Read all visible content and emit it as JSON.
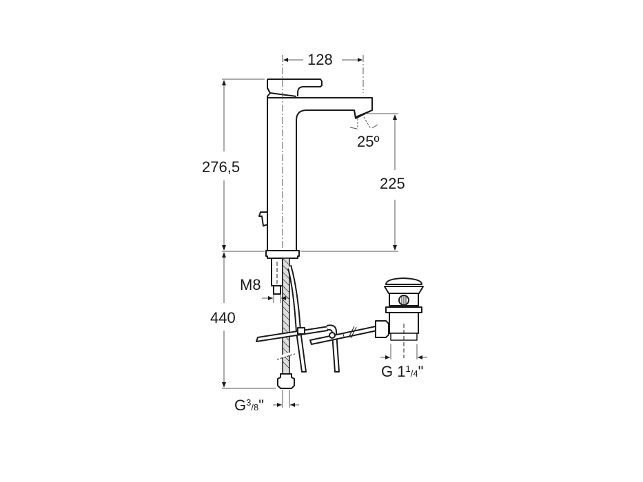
{
  "diagram": {
    "title": "Basin mixer technical drawing",
    "colors": {
      "line": "#1a1a1a",
      "dim": "#555555",
      "background": "#ffffff"
    },
    "dimensions": {
      "spout_reach": "128",
      "spout_angle": "25º",
      "total_height": "276,5",
      "spout_height": "225",
      "stud_thread": "M8",
      "hose_length": "440",
      "hose_connection": {
        "prefix": "G",
        "num": "3",
        "sep": "/",
        "den": "8",
        "suffix": "\""
      },
      "waste_connection": {
        "prefix": "G",
        "whole": "1",
        "num": "1",
        "sep": "/",
        "den": "4",
        "suffix": "\""
      }
    },
    "components": [
      "mixer-body",
      "lever-handle",
      "spout",
      "pop-up-rod",
      "fixing-stud",
      "flexible-hose",
      "linkage-rods",
      "click-clack-waste"
    ]
  }
}
